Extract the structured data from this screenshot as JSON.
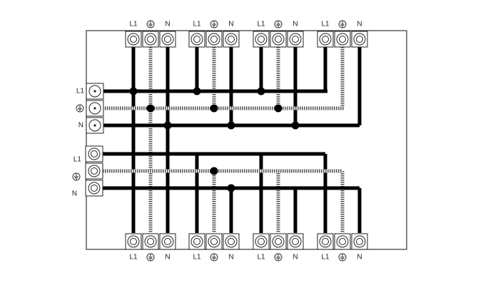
{
  "labels": {
    "line": "L1",
    "neutral": "N"
  },
  "icons": {
    "earth": "earth-ground-icon",
    "screw": "terminal-screw-icon",
    "junction": "junction-dot-icon"
  },
  "colors": {
    "background": "#ffffff",
    "line": "#000000",
    "hatch": "#9a9a9a",
    "frame": "#333333"
  },
  "top_terminal_groups": 4,
  "bottom_terminal_groups": 4,
  "left_terminal_blocks": 2,
  "earth_conductor_style": "hatched",
  "line_neutral_conductor_style": "solid"
}
